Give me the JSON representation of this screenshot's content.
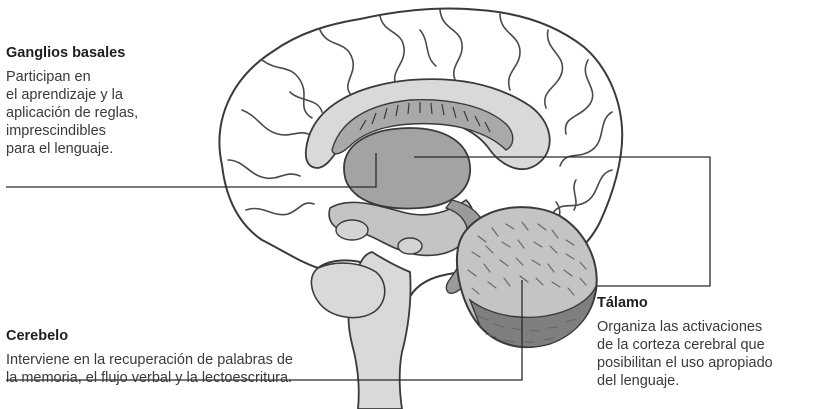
{
  "labels": {
    "ganglios": {
      "title": "Ganglios basales",
      "description": "Participan en\nel aprendizaje y la\naplicación de reglas,\nimprescindibles\npara el lenguaje."
    },
    "cerebelo": {
      "title": "Cerebelo",
      "description": "Interviene en la recuperación de palabras de\nla memoria, el flujo verbal y la lectoescritura."
    },
    "talamo": {
      "title": "Tálamo",
      "description": "Organiza las activaciones\nde la corteza cerebral que\nposibilitan el uso apropiado\ndel lenguaje."
    }
  },
  "colors": {
    "outline": "#3a3a3a",
    "brain_fill": "#ffffff",
    "inner_light": "#d9d9d9",
    "inner_mid": "#a9a9a9",
    "inner_dark": "#8f8f8f",
    "cerebellum": "#bdbdbd",
    "leader": "#2a2a2a"
  }
}
